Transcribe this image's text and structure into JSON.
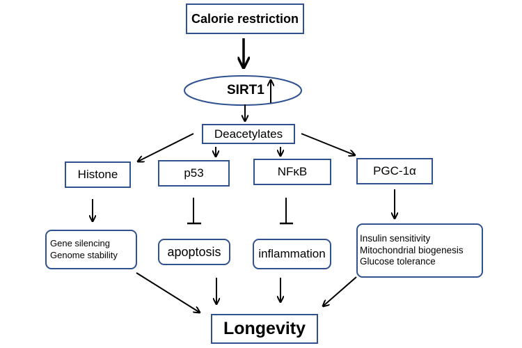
{
  "diagram": {
    "nodes": {
      "calorie_restriction": "Calorie restriction",
      "sirt1": "SIRT1",
      "deacetylates": "Deacetylates",
      "histone": "Histone",
      "p53": "p53",
      "nfkb": "NFκB",
      "pgc1a": "PGC-1α",
      "gene_effects": [
        "Gene silencing",
        "Genome stability"
      ],
      "apoptosis": "apoptosis",
      "inflammation": "inflammation",
      "metabolic_effects": [
        "Insulin sensitivity",
        "Mitochondrial biogenesis",
        "Glucose tolerance"
      ],
      "longevity": "Longevity"
    },
    "edges": [
      {
        "from": "Calorie restriction",
        "to": "SIRT1",
        "type": "activates"
      },
      {
        "from": "SIRT1",
        "to": "Deacetylates",
        "type": "activates"
      },
      {
        "from": "Deacetylates",
        "to": "Histone",
        "type": "activates"
      },
      {
        "from": "Deacetylates",
        "to": "p53",
        "type": "activates"
      },
      {
        "from": "Deacetylates",
        "to": "NFκB",
        "type": "activates"
      },
      {
        "from": "Deacetylates",
        "to": "PGC-1α",
        "type": "activates"
      },
      {
        "from": "Histone",
        "to": "Gene silencing / Genome stability",
        "type": "activates"
      },
      {
        "from": "p53",
        "to": "apoptosis",
        "type": "inhibits"
      },
      {
        "from": "NFκB",
        "to": "inflammation",
        "type": "inhibits"
      },
      {
        "from": "PGC-1α",
        "to": "Insulin sensitivity / Mitochondrial biogenesis / Glucose tolerance",
        "type": "activates"
      },
      {
        "from": "Gene silencing / Genome stability",
        "to": "Longevity",
        "type": "activates"
      },
      {
        "from": "apoptosis",
        "to": "Longevity",
        "type": "activates"
      },
      {
        "from": "inflammation",
        "to": "Longevity",
        "type": "activates"
      },
      {
        "from": "Insulin sensitivity / Mitochondrial biogenesis / Glucose tolerance",
        "to": "Longevity",
        "type": "activates"
      }
    ],
    "sirt1_indicator": "up-arrow-icon",
    "colors": {
      "border": "#2f528f",
      "arrow": "#000000"
    }
  }
}
